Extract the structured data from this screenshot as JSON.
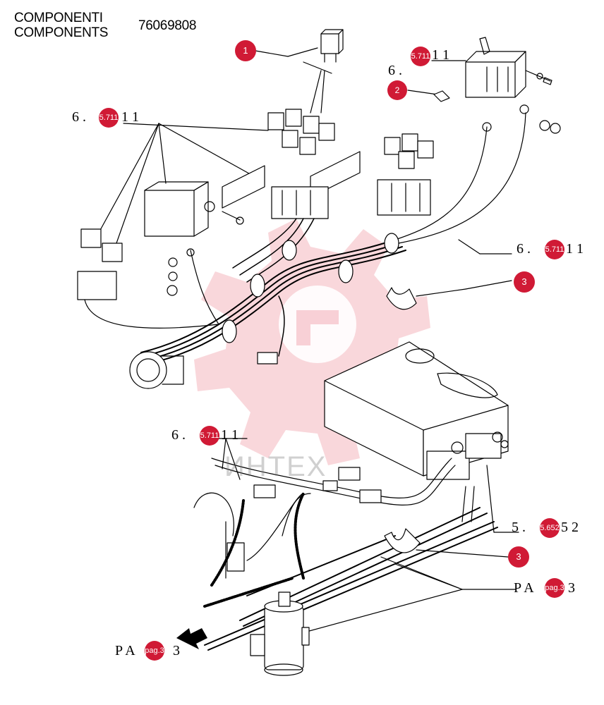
{
  "header": {
    "title_it": "COMPONENTI",
    "title_en": "COMPONENTS",
    "part_number": "76069808"
  },
  "callouts": {
    "c1": "1",
    "c2": "2",
    "c3a": "3",
    "c3b": "3"
  },
  "refs": {
    "r1": {
      "prefix": "6 . ",
      "badge": "5.711",
      "suffix": "1 1"
    },
    "r2": {
      "prefix": "6 . ",
      "badge": "5.711",
      "suffix": "1 1"
    },
    "r3": {
      "prefix": "6 . ",
      "badge": "5.711",
      "suffix": "1 1"
    },
    "r4": {
      "prefix": "6 . ",
      "badge": "5.711",
      "suffix": "1 1"
    },
    "r5": {
      "prefix": "5 . ",
      "badge": "5.652",
      "suffix": "5 2"
    },
    "r6": {
      "prefix": "P A ",
      "badge": "pag.3",
      "suffix": " 3"
    },
    "r7": {
      "prefix": "P A ",
      "badge": "pag.3",
      "suffix": " 3"
    }
  },
  "watermark": "ИНТЕХ",
  "colors": {
    "accent": "#d01a35",
    "watermark": "#f2b8bf"
  }
}
